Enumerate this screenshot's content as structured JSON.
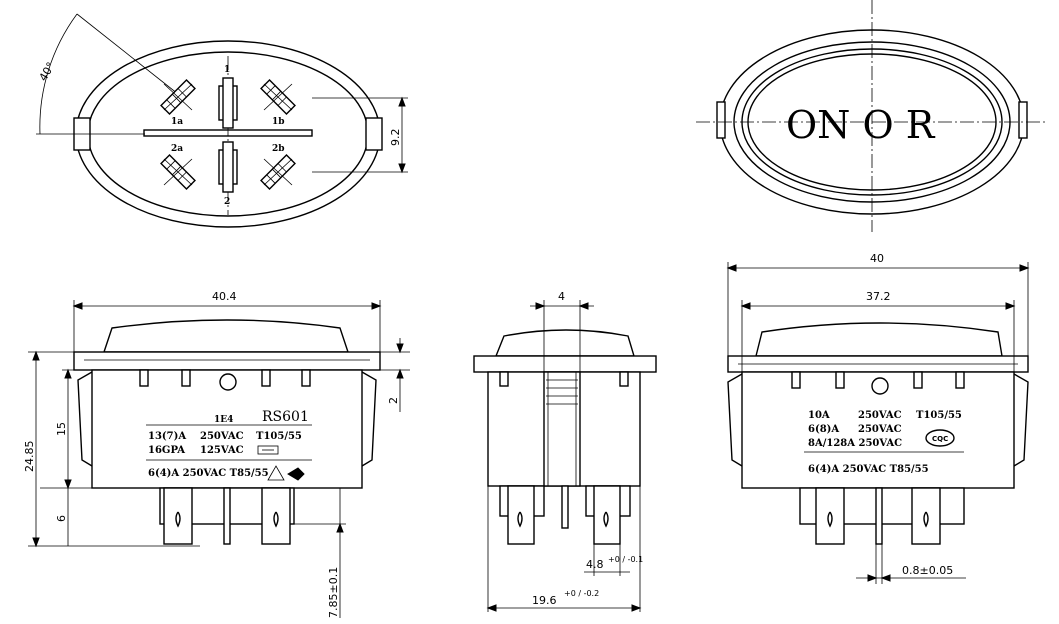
{
  "diagram": {
    "top_left_view": {
      "angle_label": "40°",
      "pin_labels": [
        "1",
        "1a",
        "1b",
        "2a",
        "2b",
        "2"
      ],
      "dim_height": "9.2"
    },
    "top_right_view": {
      "legend": "ON O R"
    },
    "front_left_view": {
      "dim_width": "40.4",
      "dim_height_total": "24.85",
      "dim_body": "15",
      "dim_pins": "6",
      "dim_flange": "2",
      "dim_terminal_offset": "7.85±0.1",
      "marking": {
        "code": "1E4",
        "model": "RS601",
        "line1_rating": "13(7)A",
        "line1_voltage": "250VAC",
        "line1_temp": "T105/55",
        "line2_rating": "16GPA",
        "line2_voltage": "125VAC",
        "line3": "6(4)A  250VAC  T85/55"
      }
    },
    "side_view": {
      "dim_top": "4",
      "dim_pin": "4.8",
      "dim_pin_tol": "+0 / -0.1",
      "dim_bottom": "19.6",
      "dim_bottom_tol": "+0 / -0.2"
    },
    "front_right_view": {
      "dim_outer": "40",
      "dim_inner": "37.2",
      "dim_terminal": "0.8±0.05",
      "marking": {
        "l1_rating": "10A",
        "l1_voltage": "250VAC",
        "l1_temp": "T105/55",
        "l2_rating": "6(8)A",
        "l2_voltage": "250VAC",
        "l3": "8A/128A  250VAC",
        "l4": "6(4)A  250VAC  T85/55",
        "cert_mark": "CQC"
      }
    }
  }
}
